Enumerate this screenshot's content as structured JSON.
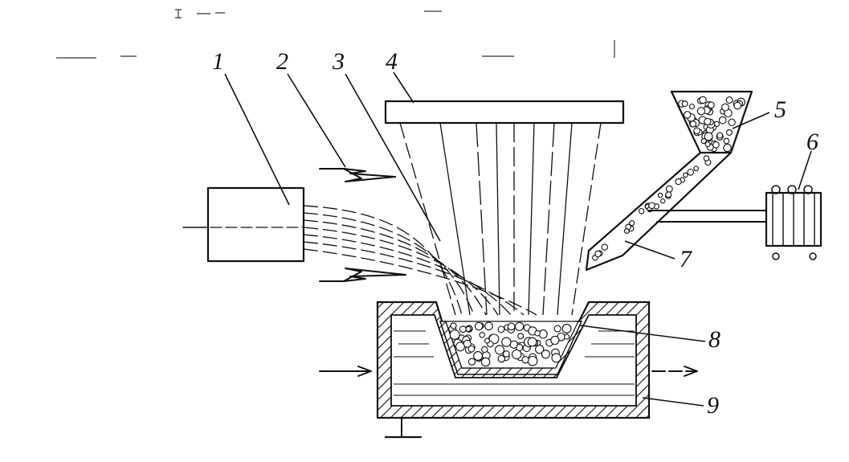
{
  "diagram": {
    "labels": [
      {
        "id": "1",
        "text": "1"
      },
      {
        "id": "2",
        "text": "2"
      },
      {
        "id": "3",
        "text": "3"
      },
      {
        "id": "4",
        "text": "4"
      },
      {
        "id": "5",
        "text": "5"
      },
      {
        "id": "6",
        "text": "6"
      },
      {
        "id": "7",
        "text": "7"
      },
      {
        "id": "8",
        "text": "8"
      },
      {
        "id": "9",
        "text": "9"
      }
    ]
  },
  "colors": {
    "ink": "#111111",
    "paper": "#ffffff"
  }
}
